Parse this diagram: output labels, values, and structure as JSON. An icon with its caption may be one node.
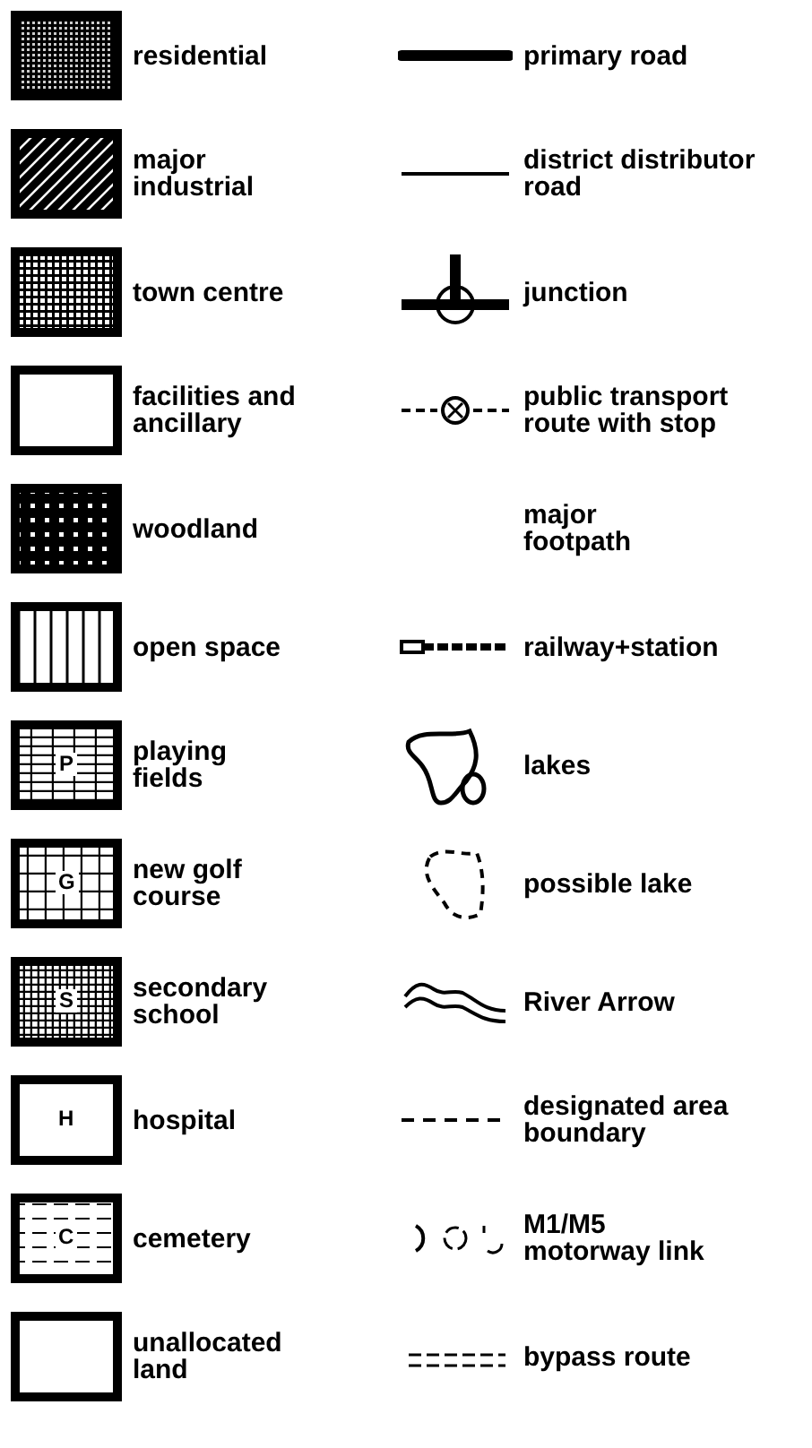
{
  "diagram": {
    "labels": [
      "P",
      "G",
      "S",
      "H",
      "C"
    ],
    "legend": [
      {
        "text": "residential"
      },
      {
        "text": "major industrial"
      },
      {
        "text": "town centre"
      },
      {
        "text": "facilities and ancillary"
      },
      {
        "text": "woodland"
      },
      {
        "text": "open space"
      },
      {
        "text": "playing fields"
      },
      {
        "text": "new golf course"
      },
      {
        "text": "secondary school"
      },
      {
        "text": "hospital"
      },
      {
        "text": "cemetery"
      },
      {
        "text": "unallocated land"
      },
      {
        "text": "primary road"
      },
      {
        "text": "district distributor road"
      },
      {
        "text": "junction"
      },
      {
        "text": "public transport route with stop"
      },
      {
        "text": "major footpath"
      },
      {
        "text": "railway+station"
      },
      {
        "text": "lakes"
      },
      {
        "text": "possible lake"
      },
      {
        "text": "River Arrow"
      },
      {
        "text": "designated area boundary"
      },
      {
        "text": "M1/M5 motorway link"
      },
      {
        "text": "bypass route"
      }
    ]
  }
}
